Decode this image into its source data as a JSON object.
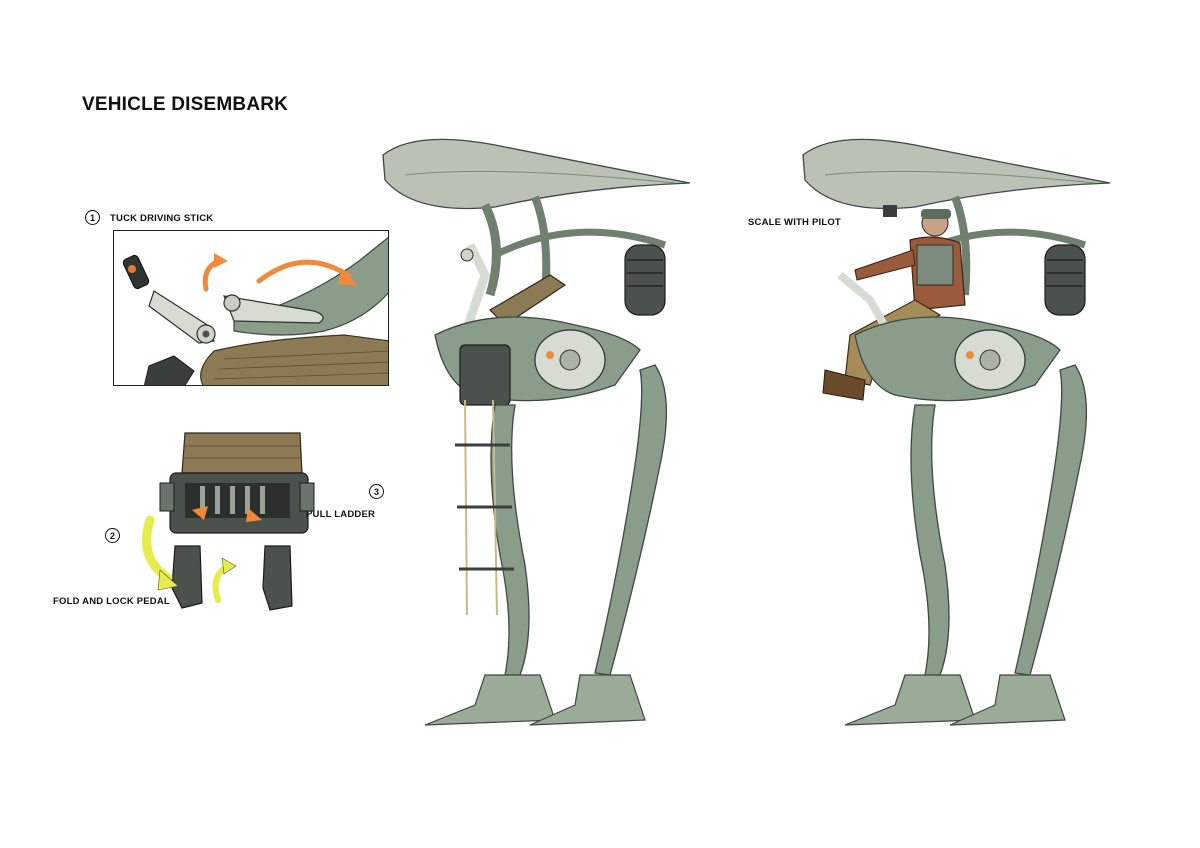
{
  "title": "VEHICLE DISEMBARK",
  "steps": [
    {
      "number": "1",
      "label": "TUCK DRIVING STICK"
    },
    {
      "number": "2",
      "label": "FOLD AND LOCK PEDAL"
    },
    {
      "number": "3",
      "label": "PULL LADDER"
    }
  ],
  "scale_label": "SCALE WITH PILOT",
  "colors": {
    "hull": "#8a9c8a",
    "hull_dark": "#5d6e60",
    "canopy": "#b9c2b4",
    "seat": "#8c7a55",
    "arrow_orange": "#f08a3a",
    "arrow_yellow": "#e6ec4a",
    "pilot_jacket": "#9a5a3c",
    "pilot_pants": "#a58a5a"
  }
}
